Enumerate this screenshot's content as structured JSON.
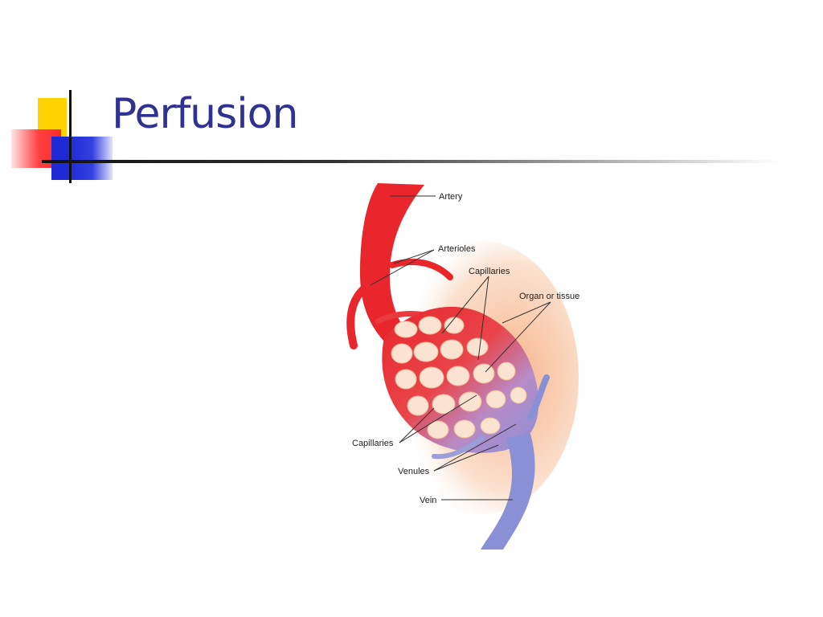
{
  "slide": {
    "title": "Perfusion",
    "title_color": "#2f3193"
  },
  "diagram": {
    "labels": {
      "artery": "Artery",
      "arterioles": "Arterioles",
      "capillaries_top": "Capillaries",
      "organ_tissue": "Organ or tissue",
      "capillaries_bottom": "Capillaries",
      "venules": "Venules",
      "vein": "Vein"
    },
    "colors": {
      "arterial": "#e8262b",
      "venous": "#8a90d6",
      "tissue": "#f7c9a8"
    }
  }
}
